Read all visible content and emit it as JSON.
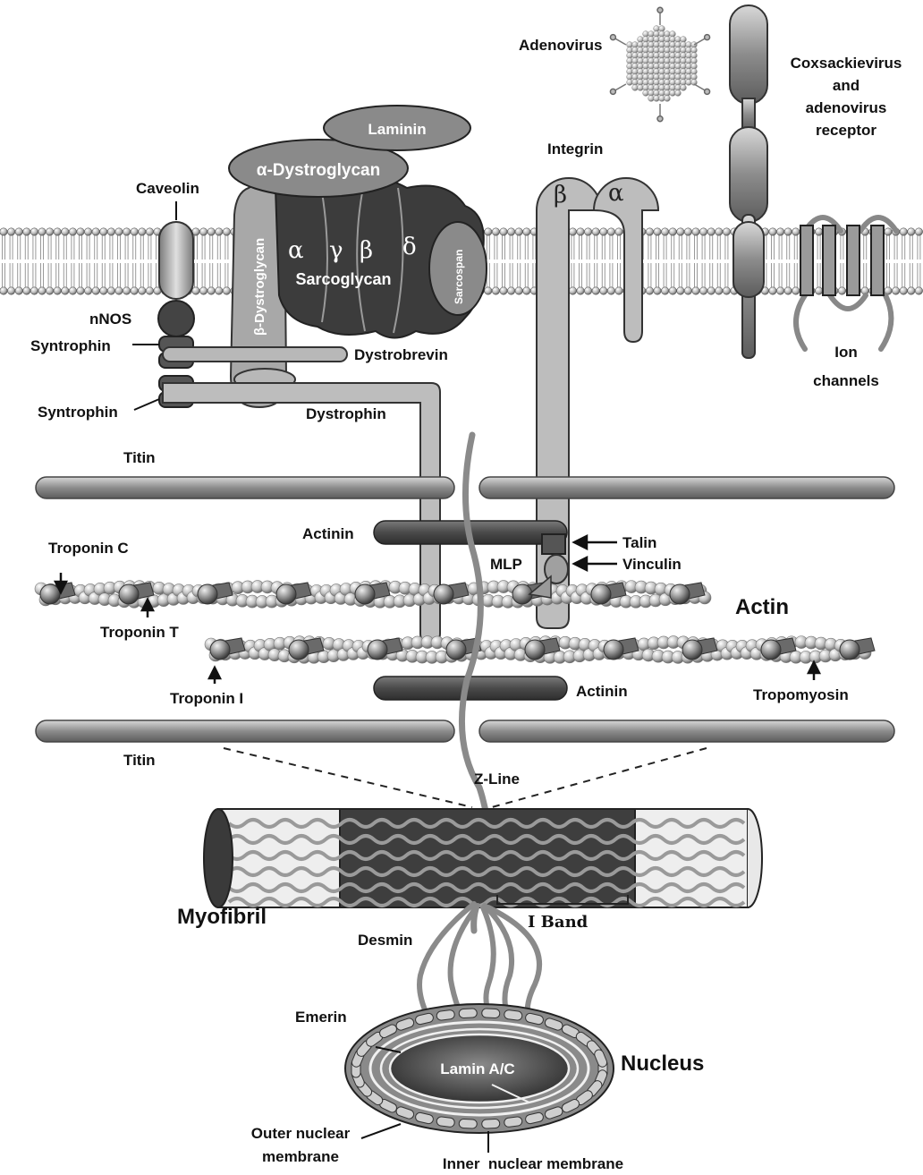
{
  "labels": {
    "adenovirus": "Adenovirus",
    "car_line1": "Coxsackievirus",
    "car_line2": "and",
    "car_line3": "adenovirus",
    "car_line4": "receptor",
    "laminin": "Laminin",
    "alpha_dystroglycan": "α-Dystroglycan",
    "beta_dystroglycan": "β-Dystroglycan",
    "integrin": "Integrin",
    "integrin_beta": "β",
    "integrin_alpha": "α",
    "caveolin": "Caveolin",
    "sg_alpha": "α",
    "sg_gamma": "γ",
    "sg_beta": "β",
    "sg_delta": "δ",
    "sarcoglycan": "Sarcoglycan",
    "sarcospan": "Sarcospan",
    "nnos": "nNOS",
    "syntrophin_top": "Syntrophin",
    "syntrophin_bottom": "Syntrophin",
    "dystrobrevin": "Dystrobrevin",
    "dystrophin": "Dystrophin",
    "ion_channels_line1": "Ion",
    "ion_channels_line2": "channels",
    "titin_top": "Titin",
    "titin_bottom": "Titin",
    "actinin_top": "Actinin",
    "actinin_bottom": "Actinin",
    "talin": "Talin",
    "vinculin": "Vinculin",
    "mlp": "MLP",
    "troponin_c": "Troponin C",
    "troponin_t": "Troponin T",
    "troponin_i": "Troponin I",
    "actin": "Actin",
    "tropomyosin": "Tropomyosin",
    "z_line": "Z-Line",
    "myofibril": "Myofibril",
    "i_band": "I Band",
    "desmin": "Desmin",
    "emerin": "Emerin",
    "nucleus": "Nucleus",
    "lamin": "Lamin A/C",
    "outer_membrane_line1": "Outer nuclear",
    "outer_membrane_line2": "membrane",
    "inner_membrane": "Inner  nuclear membrane"
  },
  "colors": {
    "dark": "#3a3a3a",
    "medium": "#8a8a8a",
    "light": "#c4c4c4",
    "pale": "#e2e2e2"
  }
}
